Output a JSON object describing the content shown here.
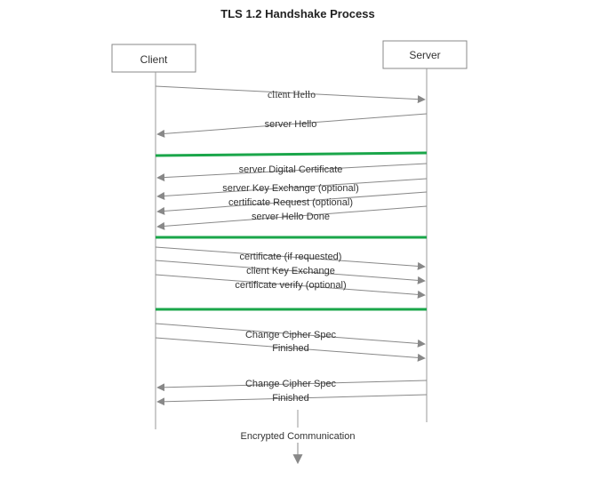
{
  "title": "TLS 1.2 Handshake Process",
  "participants": {
    "client": "Client",
    "server": "Server"
  },
  "messages": [
    {
      "label": "client Hello",
      "direction": "client-to-server"
    },
    {
      "label": "server Hello",
      "direction": "server-to-client"
    },
    {
      "label": "server Digital Certificate",
      "direction": "server-to-client"
    },
    {
      "label": "server Key Exchange (optional)",
      "direction": "server-to-client"
    },
    {
      "label": "certificate Request (optional)",
      "direction": "server-to-client"
    },
    {
      "label": "server Hello Done",
      "direction": "server-to-client"
    },
    {
      "label": "certificate (if requested)",
      "direction": "client-to-server"
    },
    {
      "label": "client Key Exchange",
      "direction": "client-to-server"
    },
    {
      "label": "certificate verify (optional)",
      "direction": "client-to-server"
    },
    {
      "label": "Change Cipher Spec",
      "direction": "client-to-server"
    },
    {
      "label": "Finished",
      "direction": "client-to-server"
    },
    {
      "label": "Change Cipher Spec",
      "direction": "server-to-client"
    },
    {
      "label": "Finished",
      "direction": "server-to-client"
    }
  ],
  "footer": {
    "label": "Encrypted Communication"
  },
  "colors": {
    "phase_separator": "#1aa64a",
    "lifeline": "#999999",
    "arrow": "#888888",
    "box_border": "#888888"
  }
}
